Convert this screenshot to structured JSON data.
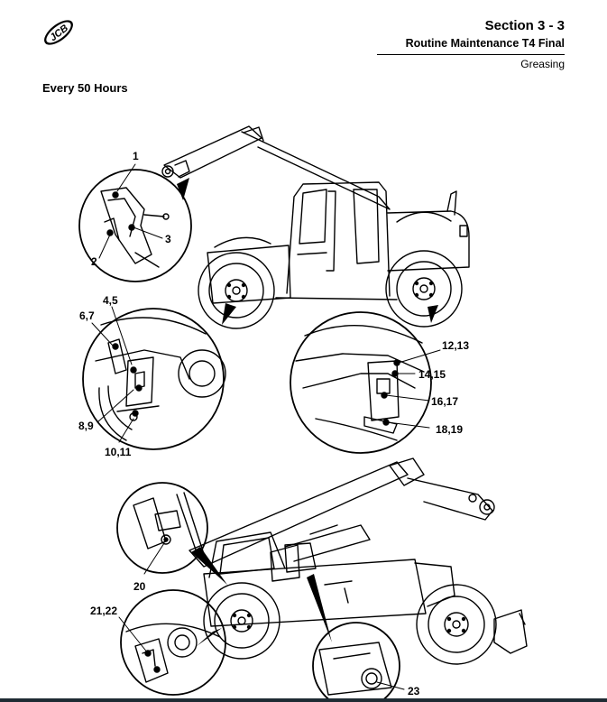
{
  "header": {
    "logo_text": "JCB",
    "section": "Section 3 - 3",
    "subtitle": "Routine Maintenance T4 Final",
    "topic": "Greasing"
  },
  "interval": "Every 50 Hours",
  "callouts": {
    "c1": "1",
    "c2": "2",
    "c3": "3",
    "c45": "4,5",
    "c67": "6,7",
    "c89": "8,9",
    "c1011": "10,11",
    "c1213": "12,13",
    "c1415": "14,15",
    "c1617": "16,17",
    "c1819": "18,19",
    "c20": "20",
    "c2122": "21,22",
    "c23": "23"
  }
}
